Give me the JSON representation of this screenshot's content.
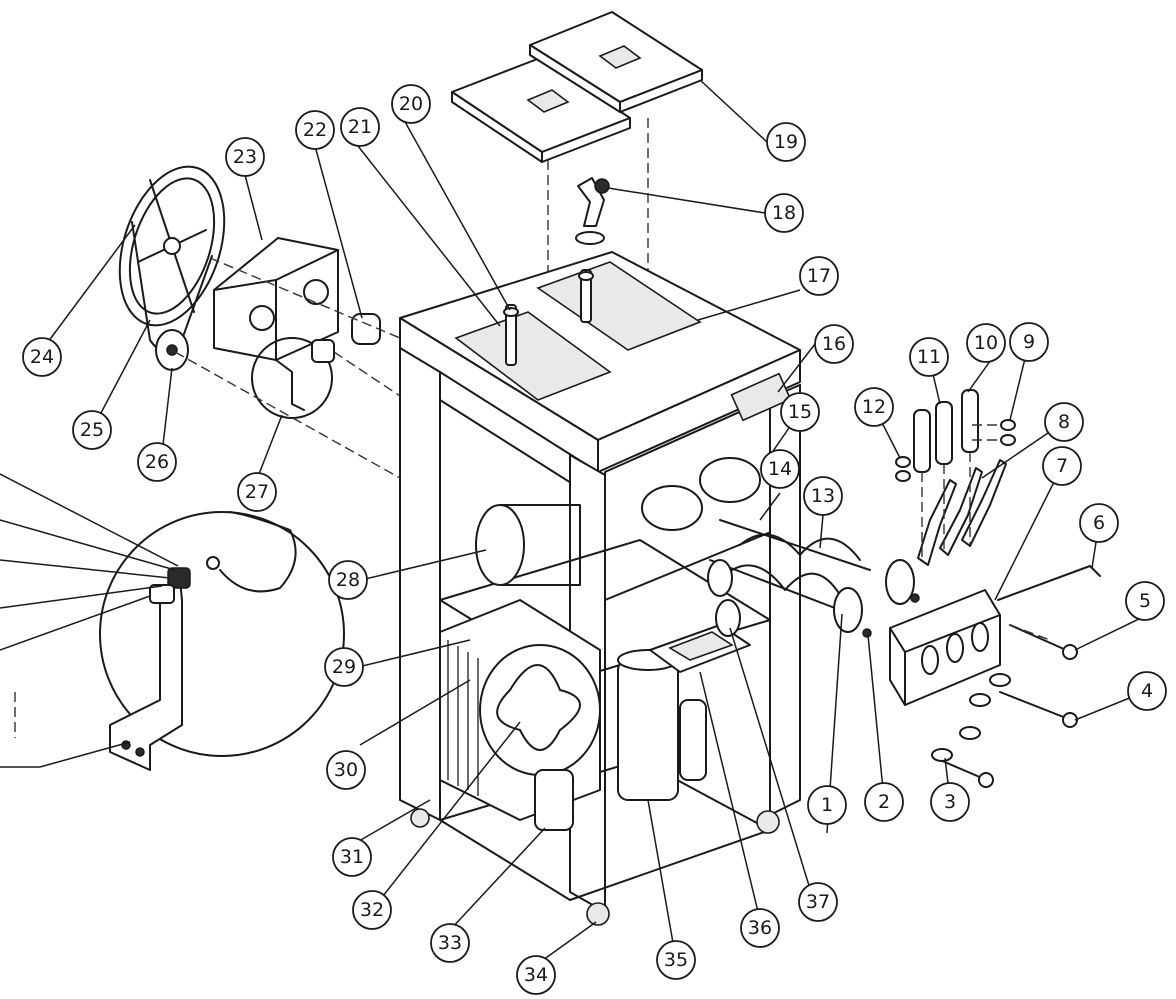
{
  "callouts": [
    {
      "id": "1",
      "label": "1"
    },
    {
      "id": "2",
      "label": "2"
    },
    {
      "id": "3",
      "label": "3"
    },
    {
      "id": "4",
      "label": "4"
    },
    {
      "id": "5",
      "label": "5"
    },
    {
      "id": "6",
      "label": "6"
    },
    {
      "id": "7",
      "label": "7"
    },
    {
      "id": "8",
      "label": "8"
    },
    {
      "id": "9",
      "label": "9"
    },
    {
      "id": "10",
      "label": "10"
    },
    {
      "id": "11",
      "label": "11"
    },
    {
      "id": "12",
      "label": "12"
    },
    {
      "id": "13",
      "label": "13"
    },
    {
      "id": "14",
      "label": "14"
    },
    {
      "id": "15",
      "label": "15"
    },
    {
      "id": "16",
      "label": "16"
    },
    {
      "id": "17",
      "label": "17"
    },
    {
      "id": "18",
      "label": "18"
    },
    {
      "id": "19",
      "label": "19"
    },
    {
      "id": "20",
      "label": "20"
    },
    {
      "id": "21",
      "label": "21"
    },
    {
      "id": "22",
      "label": "22"
    },
    {
      "id": "23",
      "label": "23"
    },
    {
      "id": "24",
      "label": "24"
    },
    {
      "id": "25",
      "label": "25"
    },
    {
      "id": "26",
      "label": "26"
    },
    {
      "id": "27",
      "label": "27"
    },
    {
      "id": "28",
      "label": "28"
    },
    {
      "id": "29",
      "label": "29"
    },
    {
      "id": "30",
      "label": "30"
    },
    {
      "id": "31",
      "label": "31"
    },
    {
      "id": "32",
      "label": "32"
    },
    {
      "id": "33",
      "label": "33"
    },
    {
      "id": "34",
      "label": "34"
    },
    {
      "id": "35",
      "label": "35"
    },
    {
      "id": "36",
      "label": "36"
    },
    {
      "id": "37",
      "label": "37"
    }
  ]
}
